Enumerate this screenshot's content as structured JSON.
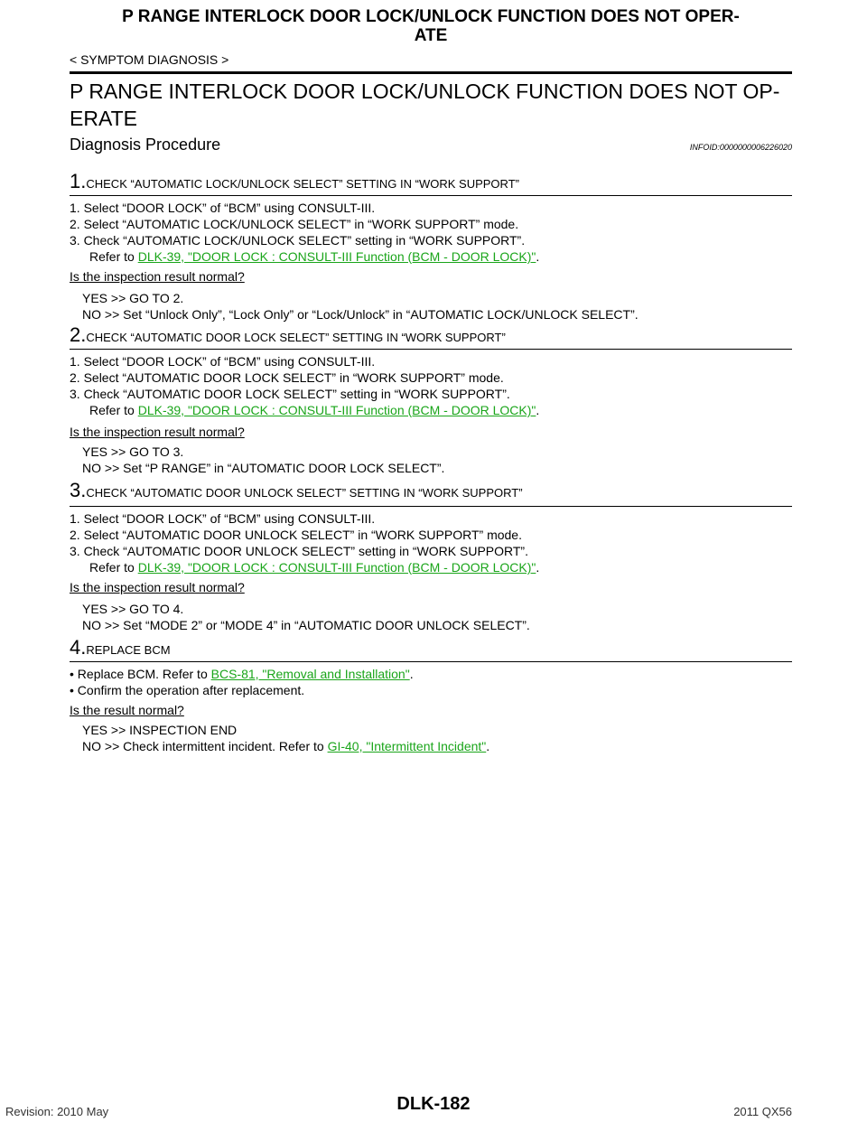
{
  "header": {
    "title_line1": "P RANGE INTERLOCK DOOR LOCK/UNLOCK FUNCTION DOES NOT OPER-",
    "title_line2": "ATE",
    "section": "< SYMPTOM DIAGNOSIS >"
  },
  "main_title_line1": "P RANGE INTERLOCK DOOR LOCK/UNLOCK FUNCTION DOES NOT OP-",
  "main_title_line2": "ERATE",
  "subhead": "Diagnosis Procedure",
  "infoid": "INFOID:0000000006226020",
  "steps": [
    {
      "num": "1.",
      "title": "CHECK “AUTOMATIC LOCK/UNLOCK SELECT” SETTING IN “WORK SUPPORT”",
      "items": [
        "1.  Select “DOOR LOCK” of “BCM” using CONSULT-III.",
        "2.  Select “AUTOMATIC LOCK/UNLOCK SELECT” in “WORK SUPPORT” mode.",
        "3.  Check “AUTOMATIC LOCK/UNLOCK SELECT” setting in “WORK SUPPORT”."
      ],
      "refer_prefix": "Refer to ",
      "refer_link": "DLK-39, \"DOOR LOCK : CONSULT-III Function (BCM - DOOR LOCK)\"",
      "question": "Is the inspection result normal?",
      "yes": "YES     >> GO TO 2.",
      "no": "NO       >> Set “Unlock Only”, “Lock Only” or “Lock/Unlock” in “AUTOMATIC LOCK/UNLOCK SELECT”."
    },
    {
      "num": "2.",
      "title": "CHECK “AUTOMATIC DOOR LOCK SELECT” SETTING IN “WORK SUPPORT”",
      "items": [
        "1.  Select “DOOR LOCK” of “BCM” using CONSULT-III.",
        "2.  Select “AUTOMATIC DOOR LOCK SELECT” in “WORK SUPPORT” mode.",
        "3.  Check “AUTOMATIC DOOR LOCK SELECT” setting in “WORK SUPPORT”."
      ],
      "refer_prefix": "Refer to ",
      "refer_link": "DLK-39, \"DOOR LOCK : CONSULT-III Function (BCM - DOOR LOCK)\"",
      "question": "Is the inspection result normal?",
      "yes": "YES     >> GO TO 3.",
      "no": "NO       >> Set “P RANGE” in “AUTOMATIC DOOR LOCK SELECT”."
    },
    {
      "num": "3.",
      "title": "CHECK “AUTOMATIC DOOR UNLOCK SELECT” SETTING IN “WORK SUPPORT”",
      "items": [
        "1.  Select “DOOR LOCK” of “BCM” using CONSULT-III.",
        "2.  Select “AUTOMATIC DOOR UNLOCK SELECT” in “WORK SUPPORT” mode.",
        "3.  Check “AUTOMATIC DOOR UNLOCK SELECT” setting in “WORK SUPPORT”."
      ],
      "refer_prefix": "Refer to ",
      "refer_link": "DLK-39, \"DOOR LOCK : CONSULT-III Function (BCM - DOOR LOCK)\"",
      "question": "Is the inspection result normal?",
      "yes": "YES     >> GO TO 4.",
      "no": "NO       >> Set “MODE 2” or “MODE 4” in “AUTOMATIC DOOR UNLOCK SELECT”."
    },
    {
      "num": "4.",
      "title": "REPLACE BCM",
      "bullet1_prefix": "•  Replace BCM. Refer to ",
      "bullet1_link": "BCS-81, \"Removal and Installation\"",
      "bullet2": "•  Confirm the operation after replacement.",
      "question": "Is the result normal?",
      "yes": "YES     >> INSPECTION END",
      "no_prefix": "NO       >> Check intermittent incident. Refer to ",
      "no_link": "GI-40, \"Intermittent Incident\""
    }
  ],
  "footer": {
    "revision": "Revision: 2010 May",
    "page": "DLK-182",
    "model": "2011 QX56"
  }
}
